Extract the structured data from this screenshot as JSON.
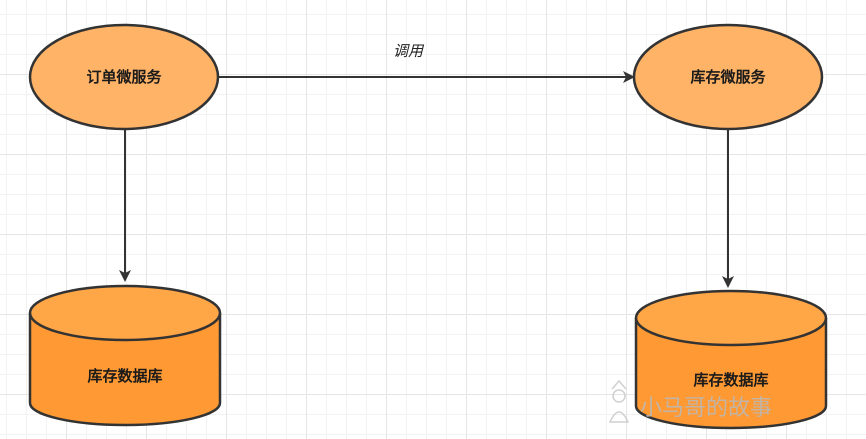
{
  "nodes": {
    "order_service": {
      "label": "订单微服务",
      "shape": "ellipse",
      "fill": "#FFB366"
    },
    "inventory_service": {
      "label": "库存微服务",
      "shape": "ellipse",
      "fill": "#FFB366"
    },
    "inventory_db_left": {
      "label": "库存数据库",
      "shape": "cylinder",
      "fill": "#FF9933"
    },
    "inventory_db_right": {
      "label": "库存数据库",
      "shape": "cylinder",
      "fill": "#FF9933"
    }
  },
  "edges": {
    "call": {
      "label": "调用"
    }
  },
  "watermark": {
    "text": "小马哥的故事",
    "icon": "person-icon"
  },
  "colors": {
    "stroke": "#333333",
    "service_fill": "#FFB366",
    "database_fill": "#FF9933",
    "database_top": "#FFA647",
    "watermark": "#b9b9b9"
  }
}
